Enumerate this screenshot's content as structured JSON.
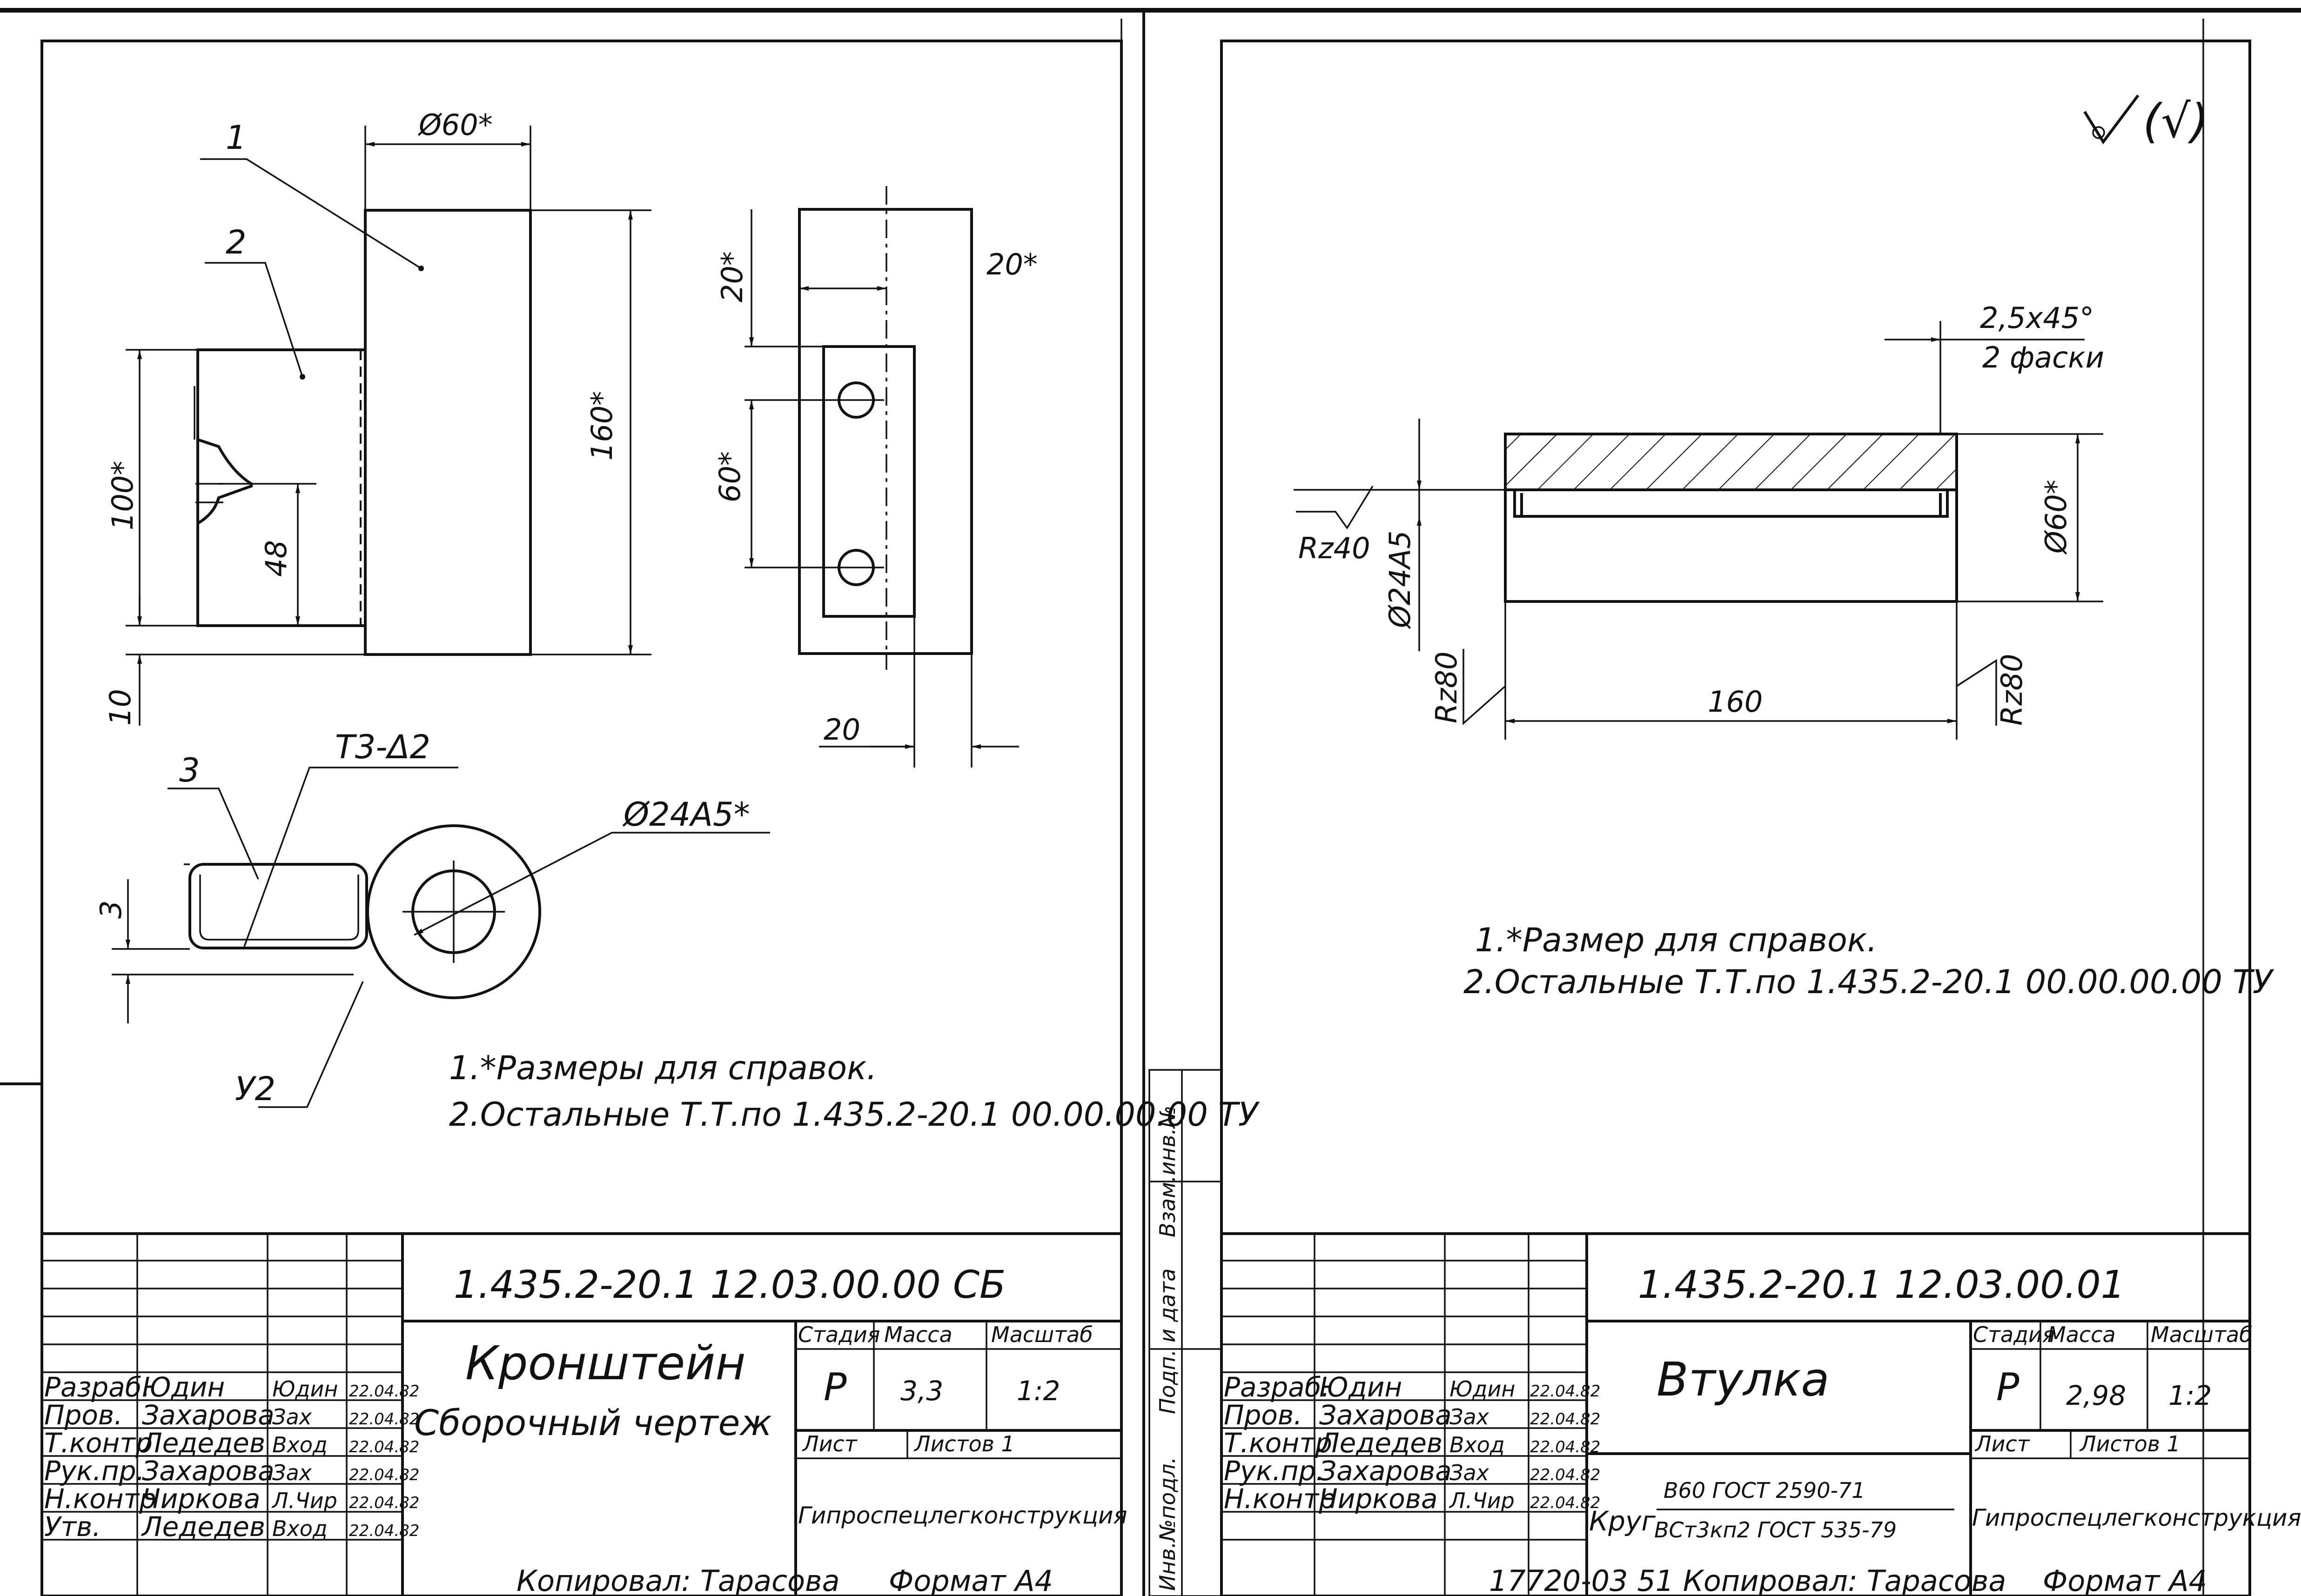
{
  "left": {
    "leaders": {
      "p1": "1",
      "p2": "2",
      "p3": "3"
    },
    "dims": {
      "d60": "Ø60*",
      "h160": "160*",
      "h100": "100*",
      "h48": "48",
      "h10": "10",
      "w20a": "20*",
      "w20b": "20*",
      "h60": "60*",
      "w20c": "20",
      "weld_t3": "Т3-Δ2",
      "d24": "Ø24A5*",
      "h3": "3",
      "y2": "У2"
    },
    "notes": [
      "1.*Размеры для справок.",
      "2.Остальные Т.Т.по 1.435.2-20.1 00.00.00.00 ТУ"
    ],
    "title_block": {
      "code": "1.435.2-20.1 12.03.00.00 СБ",
      "name": "Кронштейн",
      "subtitle": "Сборочный чертеж",
      "stage_header": "Стадия",
      "mass_header": "Масса",
      "scale_header": "Масштаб",
      "stage": "Р",
      "mass": "3,3",
      "scale": "1:2",
      "sheet_label": "Лист",
      "sheets_label": "Листов 1",
      "org": "Гипроспецлегконструкция",
      "roles": [
        {
          "role": "Разраб.",
          "name": "Юдин",
          "sign": "Юдин",
          "date": "22.04.82"
        },
        {
          "role": "Пров.",
          "name": "Захарова",
          "sign": "Зах",
          "date": "22.04.82"
        },
        {
          "role": "Т.контр",
          "name": "Ледедев",
          "sign": "Вход",
          "date": "22.04.82"
        },
        {
          "role": "Рук.пр.",
          "name": "Захарова",
          "sign": "Зах",
          "date": "22.04.82"
        },
        {
          "role": "Н.контр",
          "name": "Чиркова",
          "sign": "Л.Чир",
          "date": "22.04.82"
        },
        {
          "role": "Утв.",
          "name": "Ледедев",
          "sign": "Вход",
          "date": "22.04.82"
        }
      ],
      "copied": "Копировал: Тарасова",
      "format": "Формат А4"
    }
  },
  "right": {
    "roughness_symbol": "(√)",
    "dims": {
      "chamfer": "2,5x45°",
      "chamfer_note": "2 фаски",
      "d60": "Ø60*",
      "d24": "Ø24A5",
      "rz40": "Rz40",
      "rz80a": "Rz80",
      "rz80b": "Rz80",
      "l160": "160"
    },
    "notes": [
      "1.*Размер для справок.",
      "2.Остальные Т.Т.по 1.435.2-20.1 00.00.00.00 ТУ"
    ],
    "side_stamp": [
      "Инв.№подл.",
      "Подп. и дата",
      "Взам.инв.№"
    ],
    "title_block": {
      "code": "1.435.2-20.1 12.03.00.01",
      "name": "Втулка",
      "stage_header": "Стадия",
      "mass_header": "Масса",
      "scale_header": "Масштаб",
      "stage": "Р",
      "mass": "2,98",
      "scale": "1:2",
      "sheet_label": "Лист",
      "sheets_label": "Листов 1",
      "org": "Гипроспецлегконструкция",
      "material_word": "Круг",
      "material_top": "В60 ГОСТ 2590-71",
      "material_bottom": "ВСт3кп2 ГОСТ 535-79",
      "roles": [
        {
          "role": "Разраб.",
          "name": "Юдин",
          "sign": "Юдин",
          "date": "22.04.82"
        },
        {
          "role": "Пров.",
          "name": "Захарова",
          "sign": "Зах",
          "date": "22.04.82"
        },
        {
          "role": "Т.контр",
          "name": "Ледедев",
          "sign": "Вход",
          "date": "22.04.82"
        },
        {
          "role": "Рук.пр.",
          "name": "Захарова",
          "sign": "Зах",
          "date": "22.04.82"
        },
        {
          "role": "Н.контр",
          "name": "Чиркова",
          "sign": "Л.Чир",
          "date": "22.04.82"
        }
      ],
      "footer": "17720-03  51  Копировал: Тарасова",
      "format": "Формат А4"
    }
  }
}
